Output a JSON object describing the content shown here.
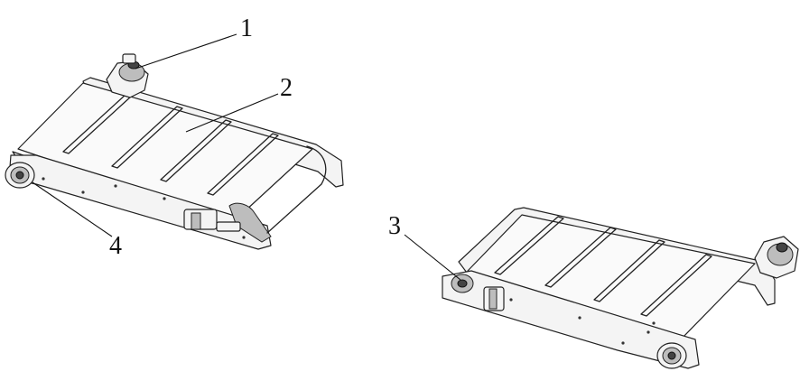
{
  "callouts": {
    "one": "1",
    "two": "2",
    "three": "3",
    "four": "4"
  },
  "colors": {
    "line": "#222222",
    "fill": "#f4f4f4",
    "background": "#ffffff"
  }
}
